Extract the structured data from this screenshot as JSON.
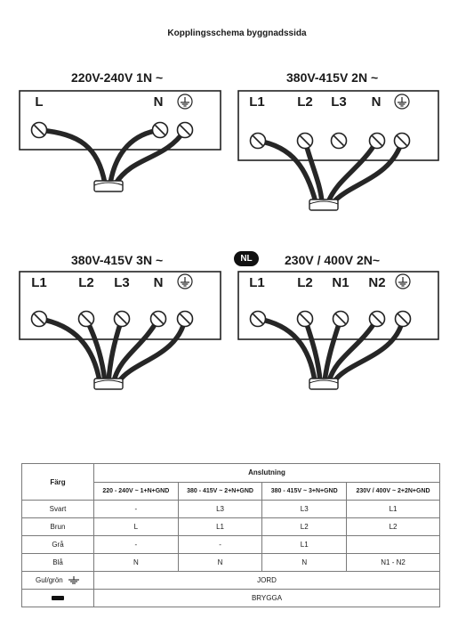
{
  "title": "Kopplingsschema byggnadssida",
  "diagrams": [
    {
      "label": "220V-240V 1N ~",
      "terminals": [
        "L",
        "N"
      ]
    },
    {
      "label": "380V-415V 2N ~",
      "terminals": [
        "L1",
        "L2",
        "L3",
        "N"
      ]
    },
    {
      "label": "380V-415V 3N ~",
      "terminals": [
        "L1",
        "L2",
        "L3",
        "N"
      ]
    },
    {
      "label": "230V / 400V 2N~",
      "terminals": [
        "L1",
        "L2",
        "N1",
        "N2"
      ],
      "badge": "NL"
    }
  ],
  "icons": {
    "ground": "ground-icon",
    "bridge": "bridge-icon",
    "screw": "terminal-screw-icon"
  },
  "table": {
    "farg_header": "Färg",
    "anslutning_header": "Anslutning",
    "columns": [
      "220 - 240V ~ 1+N+GND",
      "380 - 415V ~ 2+N+GND",
      "380 - 415V ~ 3+N+GND",
      "230V / 400V ~ 2+2N+GND"
    ],
    "rows": [
      {
        "color": "Svart",
        "cells": [
          "-",
          "L3",
          "L3",
          "L1"
        ]
      },
      {
        "color": "Brun",
        "cells": [
          "L",
          "L1",
          "L2",
          "L2"
        ]
      },
      {
        "color": "Grå",
        "cells": [
          "-",
          "-",
          "L1",
          ""
        ]
      },
      {
        "color": "Blå",
        "cells": [
          "N",
          "N",
          "N",
          "N1 - N2"
        ]
      }
    ],
    "gulgron_label": "Gul/grön",
    "jord_label": "JORD",
    "brygga_label": "BRYGGA"
  }
}
